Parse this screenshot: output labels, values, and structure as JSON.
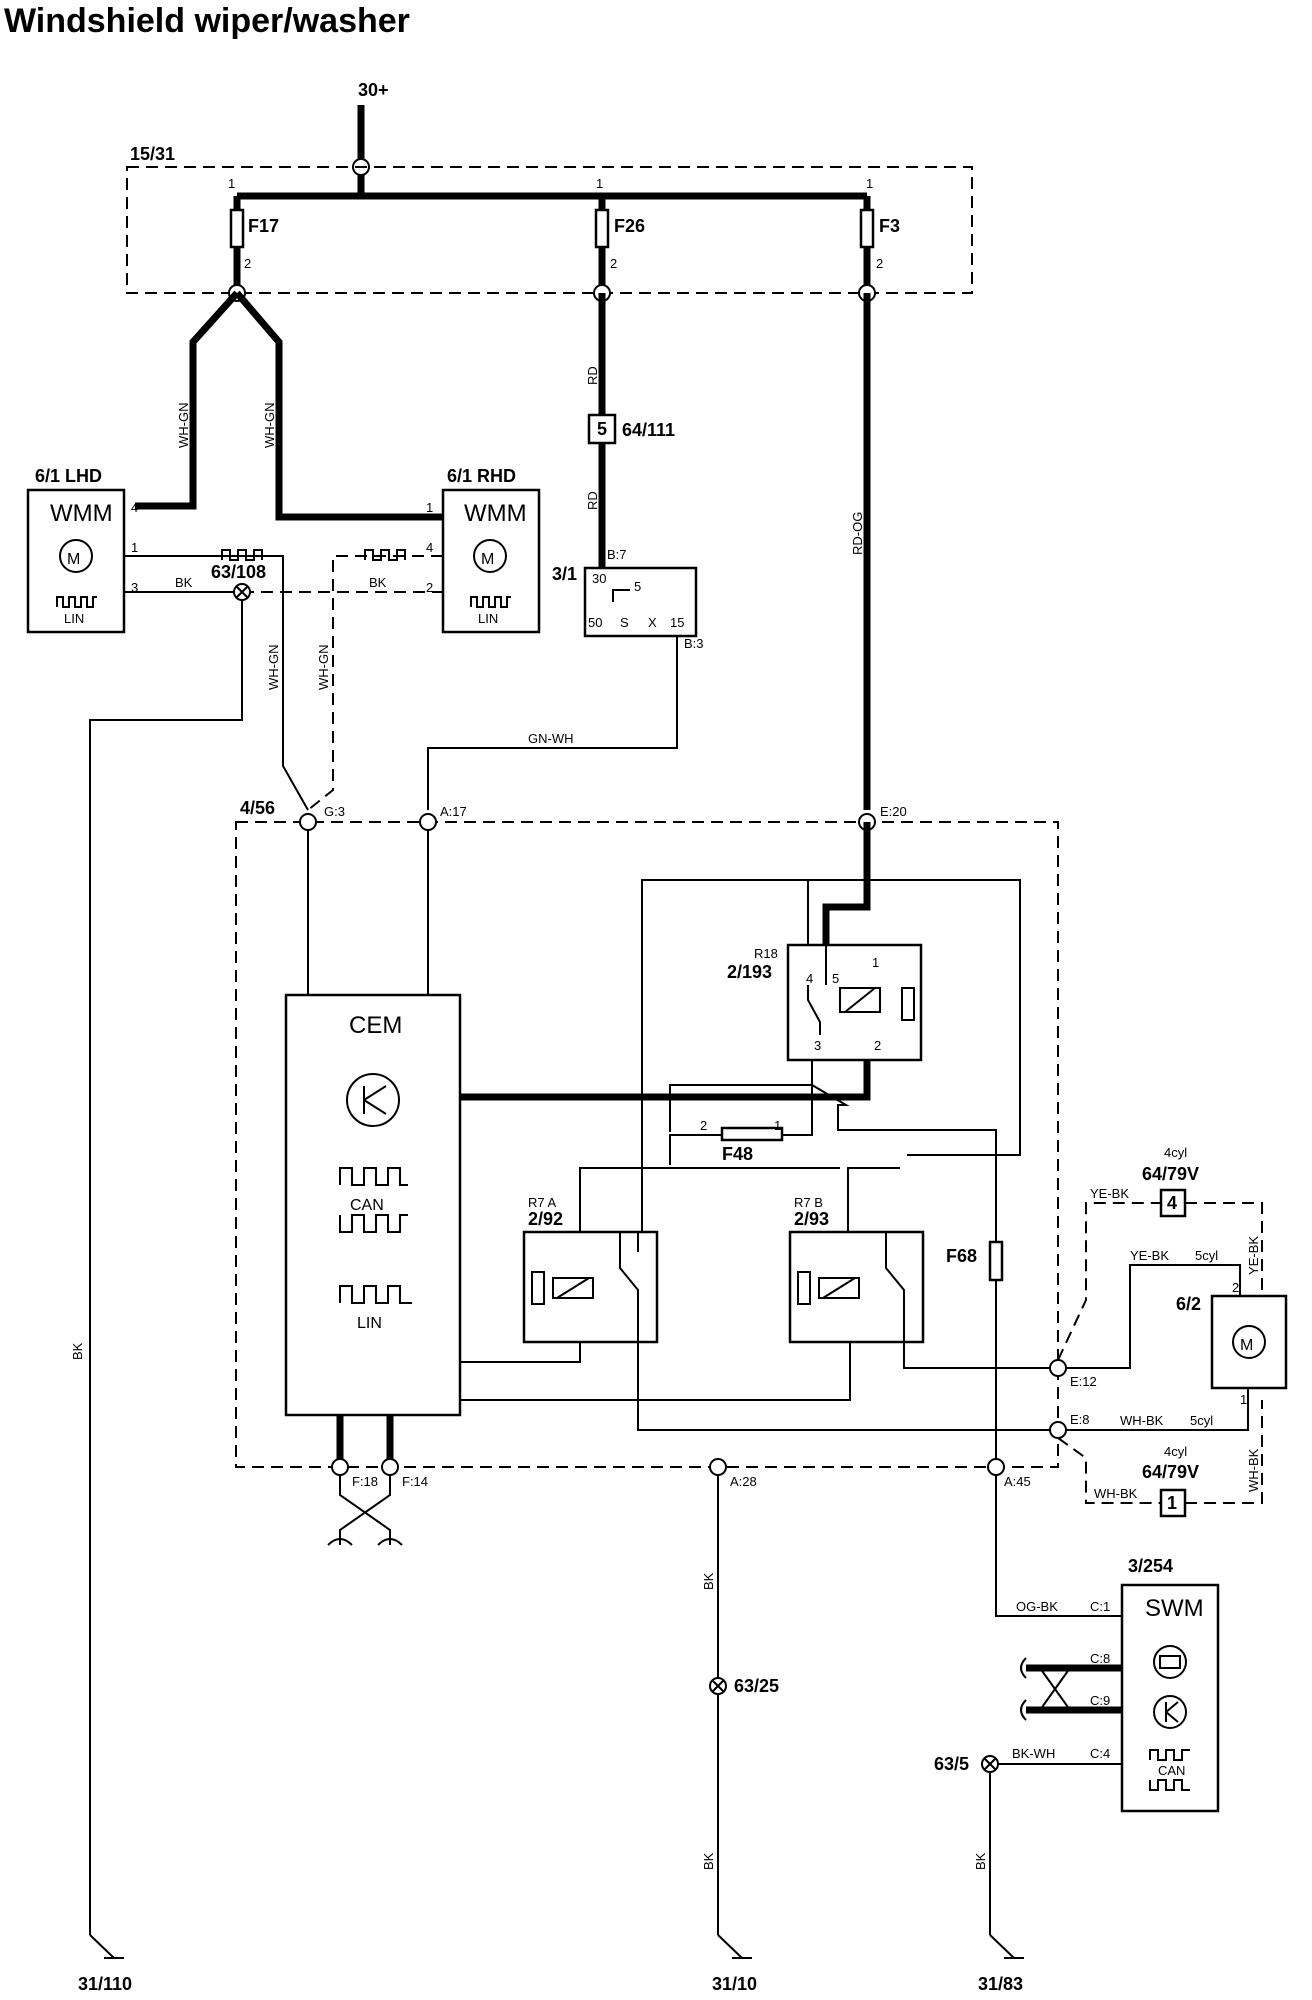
{
  "title": "Windshield wiper/washer",
  "power": {
    "supply": "30+",
    "fuse_box": "15/31",
    "fuses": [
      {
        "name": "F17"
      },
      {
        "name": "F26"
      },
      {
        "name": "F3"
      }
    ],
    "pin1": "1",
    "pin2": "2"
  },
  "modules": {
    "wmm_lhd": {
      "ref": "6/1 LHD",
      "name": "WMM",
      "lin": "LIN",
      "pins": [
        "4",
        "1",
        "3"
      ]
    },
    "wmm_rhd": {
      "ref": "6/1 RHD",
      "name": "WMM",
      "lin": "LIN",
      "pins": [
        "1",
        "4",
        "2"
      ]
    },
    "ignition": {
      "ref": "3/1",
      "pin30": "30",
      "pin5": "5",
      "pins": [
        "50",
        "S",
        "X",
        "15"
      ],
      "conn_b7": "B:7",
      "conn_b3": "B:3"
    },
    "connector_64_111": {
      "ref": "64/111",
      "pin": "5"
    },
    "cem": {
      "ref": "4/56",
      "name": "CEM",
      "can": "CAN",
      "lin": "LIN",
      "conns": {
        "g3": "G:3",
        "a17": "A:17",
        "e20": "E:20",
        "e12": "E:12",
        "e8": "E:8",
        "f18": "F:18",
        "f14": "F:14",
        "a28": "A:28",
        "a45": "A:45"
      }
    },
    "relay_r18": {
      "name": "R18",
      "ref": "2/193",
      "pins": [
        "4",
        "5",
        "1",
        "3",
        "2"
      ]
    },
    "relay_r7a": {
      "name": "R7 A",
      "ref": "2/92"
    },
    "relay_r7b": {
      "name": "R7 B",
      "ref": "2/93"
    },
    "fuse_f48": {
      "name": "F48",
      "pins": [
        "2",
        "1"
      ]
    },
    "fuse_f68": {
      "name": "F68"
    },
    "washer_motor": {
      "ref": "6/2",
      "pins": [
        "2",
        "1"
      ]
    },
    "conn_64_79v_top": {
      "variant": "4cyl",
      "ref": "64/79V",
      "pin": "4"
    },
    "conn_64_79v_bottom": {
      "variant": "4cyl",
      "ref": "64/79V",
      "pin": "1"
    },
    "swm": {
      "ref": "3/254",
      "name": "SWM",
      "can": "CAN",
      "conns": {
        "c1": "C:1",
        "c8": "C:8",
        "c9": "C:9",
        "c4": "C:4"
      }
    }
  },
  "wires": {
    "wh_gn": "WH-GN",
    "rd": "RD",
    "rd_og": "RD-OG",
    "bk": "BK",
    "gn_wh": "GN-WH",
    "ye_bk": "YE-BK",
    "wh_bk": "WH-BK",
    "og_bk": "OG-BK",
    "bk_wh": "BK-WH",
    "cyl5": "5cyl"
  },
  "grounds": {
    "splice_63_108": "63/108",
    "splice_63_25": "63/25",
    "splice_63_5": "63/5",
    "g_31_110": "31/110",
    "g_31_10": "31/10",
    "g_31_83": "31/83"
  }
}
